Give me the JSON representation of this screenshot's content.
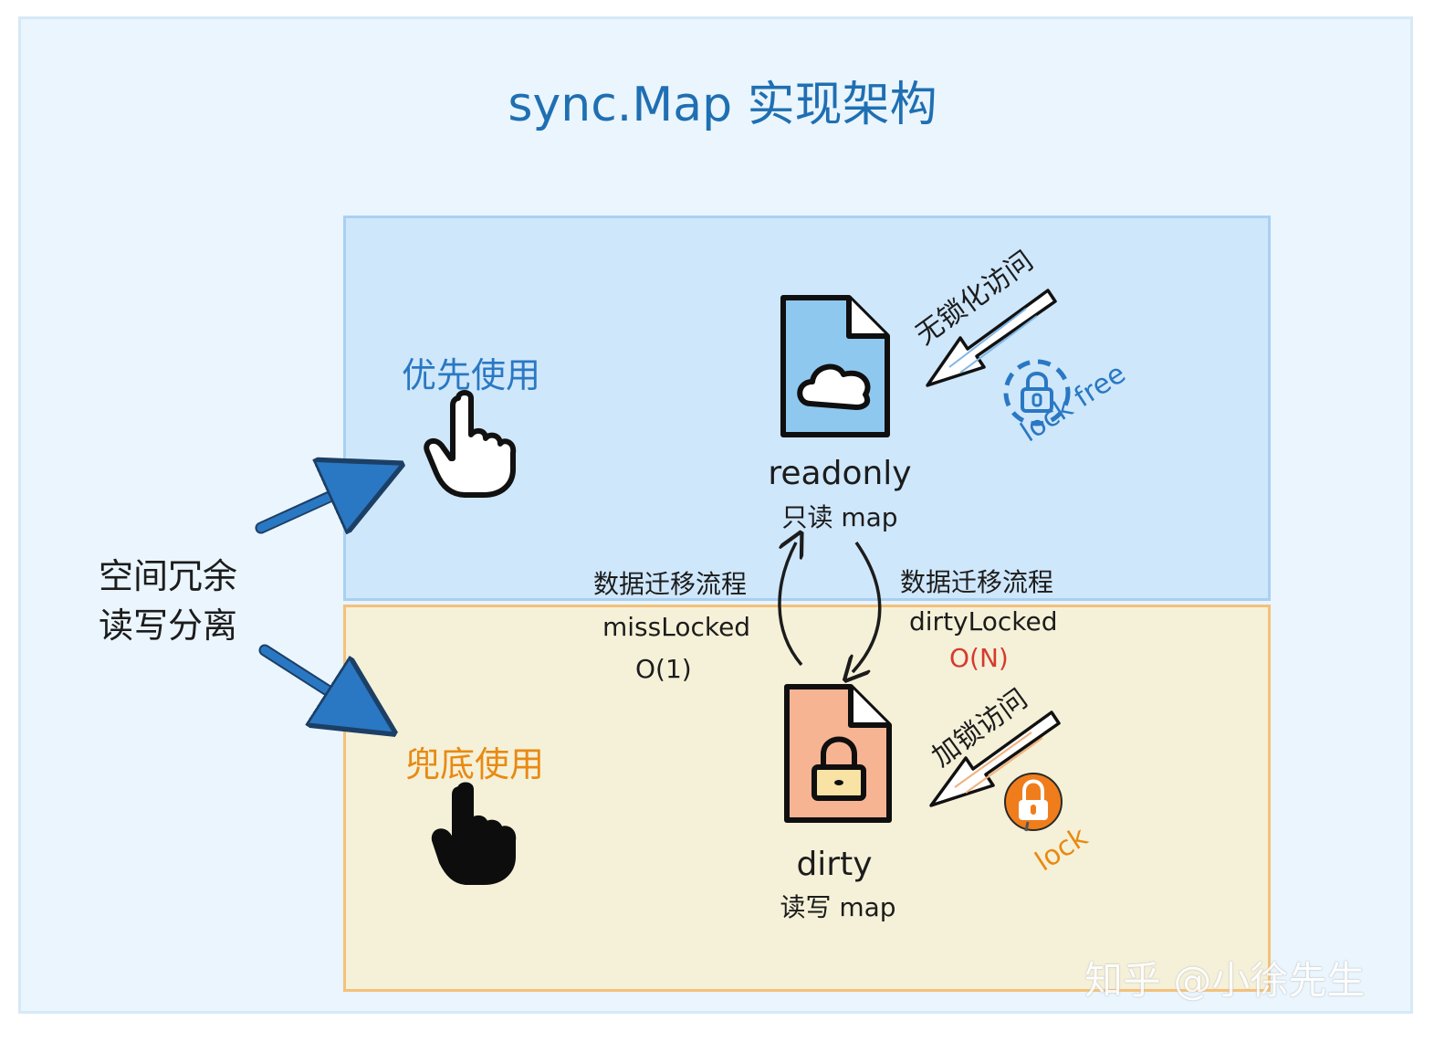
{
  "title": "sync.Map 实现架构",
  "left_label": {
    "line1": "空间冗余",
    "line2": "读写分离"
  },
  "priority_label": "优先使用",
  "fallback_label": "兜底使用",
  "readonly": {
    "name": "readonly",
    "desc": "只读 map"
  },
  "dirty": {
    "name": "dirty",
    "desc": "读写 map"
  },
  "flow_left": {
    "label": "数据迁移流程",
    "method": "missLocked",
    "complexity": "O(1)"
  },
  "flow_right": {
    "label": "数据迁移流程",
    "method": "dirtyLocked",
    "complexity": "O(N)"
  },
  "lockfree_access": "无锁化访问",
  "lock_free_tag": "lock free",
  "locked_access": "加锁访问",
  "lock_tag": "lock",
  "watermark": "知乎 @小徐先生",
  "colors": {
    "title": "#1f6fb2",
    "top_zone": "#cfe7fb",
    "bottom_zone": "#f5f1d8",
    "blue_accent": "#2a78c3",
    "orange_accent": "#e88a14",
    "red": "#d63a2f"
  },
  "icons": [
    "pointing-hand-white-icon",
    "pointing-hand-black-icon",
    "cloud-file-icon",
    "lock-file-icon",
    "lock-free-badge-icon",
    "lock-badge-icon"
  ]
}
